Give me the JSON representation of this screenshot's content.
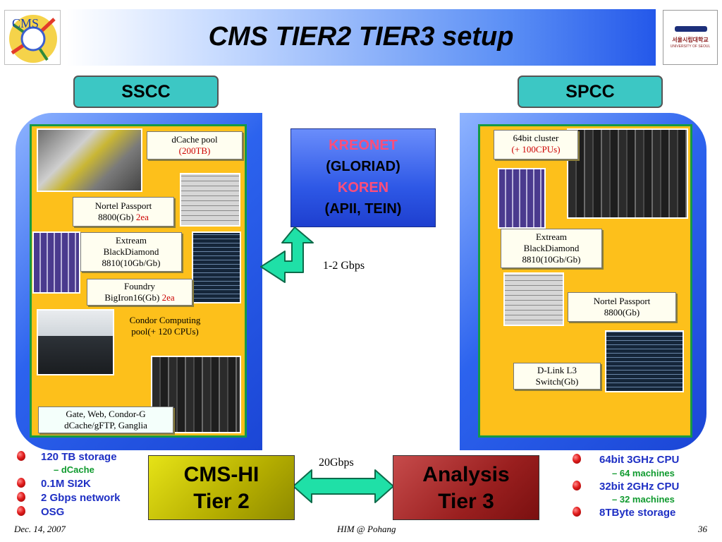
{
  "header": {
    "title": "CMS TIER2 TIER3 setup"
  },
  "logos": {
    "left_text": "CMS",
    "right_text": "서울시립대학교",
    "right_sub": "UNIVERSITY OF SEOUL"
  },
  "sites": {
    "left": "SSCC",
    "right": "SPCC"
  },
  "sscc": {
    "dcache": {
      "line1": "dCache pool",
      "line2": "(200TB)"
    },
    "nortel": {
      "line1": "Nortel Passport",
      "line2": "8800(Gb)",
      "qty": "2ea"
    },
    "extream": {
      "line1": "Extream",
      "line2": "BlackDiamond",
      "line3": "8810(10Gb/Gb)"
    },
    "foundry": {
      "line1": "Foundry",
      "line2": "BigIron16(Gb)",
      "qty": "2ea"
    },
    "condor": {
      "line1": "Condor Computing",
      "line2": "pool(+ 120 CPUs)"
    },
    "gate": {
      "line1": "Gate, Web, Condor-G",
      "line2": "dCache/gFTP, Ganglia"
    }
  },
  "spcc": {
    "cluster": {
      "line1": "64bit cluster",
      "line2": "(+ 100CPUs)"
    },
    "extream": {
      "line1": "Extream",
      "line2": "BlackDiamond",
      "line3": "8810(10Gb/Gb)"
    },
    "nortel": {
      "line1": "Nortel Passport",
      "line2": "8800(Gb)"
    },
    "dlink": {
      "line1": "D-Link L3",
      "line2": "Switch(Gb)"
    }
  },
  "network": {
    "kreonet": "KREONET",
    "gloriad": "(GLORIAD)",
    "koren": "KOREN",
    "apii": "(APII, TEIN)",
    "link_speed": "1-2 Gbps",
    "tier_link_speed": "20Gbps"
  },
  "tiers": {
    "tier2": {
      "line1": "CMS-HI",
      "line2": "Tier 2"
    },
    "tier3": {
      "line1": "Analysis",
      "line2": "Tier 3"
    }
  },
  "left_bullets": {
    "storage": "120 TB storage",
    "storage_sub": "dCache",
    "si2k": "0.1M SI2K",
    "network": "2 Gbps network",
    "osg": "OSG"
  },
  "right_bullets": {
    "cpu64": "64bit 3GHz CPU",
    "cpu64_sub": "64 machines",
    "cpu32": "32bit 2GHz CPU",
    "cpu32_sub": "32 machines",
    "storage": "8TByte storage"
  },
  "footer": {
    "date": "Dec. 14, 2007",
    "center": "HIM @ Pohang",
    "page": "36"
  },
  "colors": {
    "accent_yellow": "#fdc01b",
    "panel_blue": "#2c63ee",
    "label_teal": "#3cc7c4",
    "bullet_blue": "#1e2fc4",
    "sub_green": "#0f9a2e"
  }
}
